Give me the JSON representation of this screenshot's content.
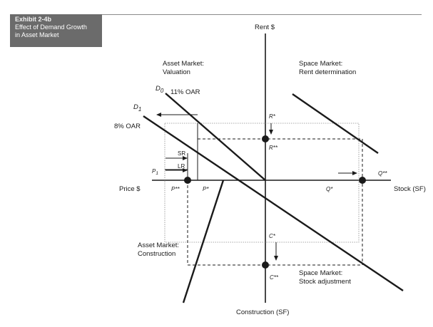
{
  "exhibit": {
    "tag": "Exhibit 2-4b",
    "title_line1": "Effect of Demand Growth",
    "title_line2": "in Asset Market"
  },
  "axes": {
    "rent": "Rent $",
    "stock": "Stock (SF)",
    "price": "Price $",
    "construction": "Construction (SF)"
  },
  "quadrants": {
    "asset_valuation": [
      "Asset Market:",
      "Valuation"
    ],
    "space_rent": [
      "Space Market:",
      "Rent determination"
    ],
    "asset_construction": [
      "Asset Market:",
      "Construction"
    ],
    "space_stock": [
      "Space Market:",
      "Stock adjustment"
    ]
  },
  "curves": {
    "d0": "D",
    "d0_sub": "0",
    "d0_rate": "11% OAR",
    "d1": "D",
    "d1_sub": "1",
    "d1_rate": "8% OAR"
  },
  "points": {
    "r_star": "R*",
    "r_star2": "R**",
    "p_star": "P*",
    "p_star2": "P**",
    "p1": "P",
    "p1_sub": "1",
    "q_star": "Q*",
    "q_star2": "Q**",
    "c_star": "C*",
    "c_star2": "C**"
  },
  "arrows": {
    "sr": "SR",
    "lr": "LR"
  },
  "colors": {
    "exhibit_bg": "#6b6b6b",
    "line": "#1a1a1a"
  }
}
